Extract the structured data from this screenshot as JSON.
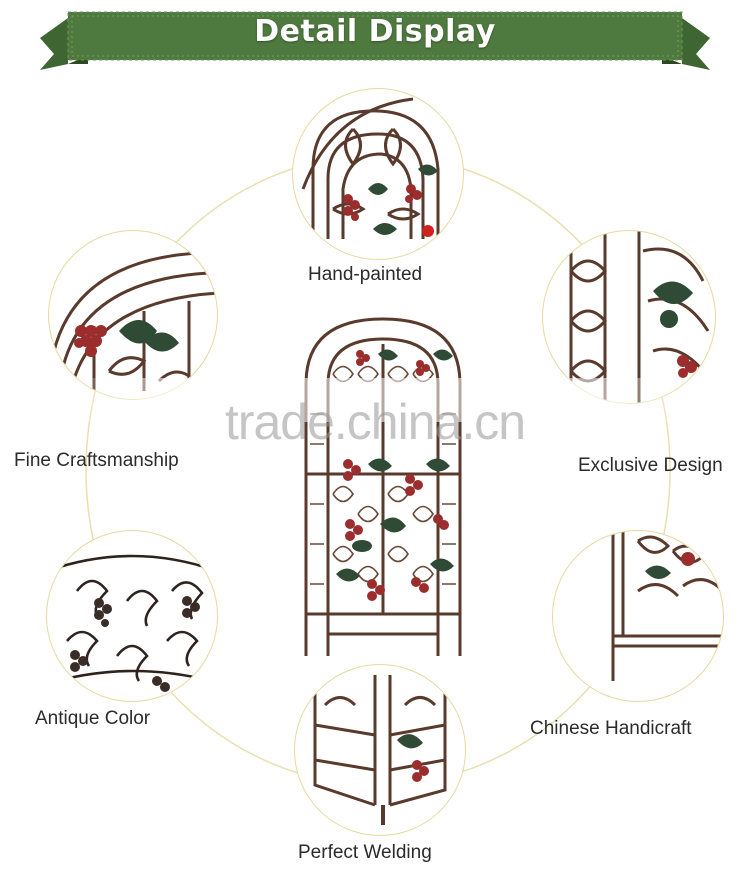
{
  "banner": {
    "title": "Detail Display",
    "color": "#4f7a3f"
  },
  "watermark": "trade.china.cn",
  "features": [
    {
      "label": "Hand-painted"
    },
    {
      "label": "Fine Craftsmanship"
    },
    {
      "label": "Exclusive Design"
    },
    {
      "label": "Antique Color"
    },
    {
      "label": "Chinese Handicraft"
    },
    {
      "label": "Perfect Welding"
    }
  ],
  "colors": {
    "metal": "#5a3a2c",
    "grape": "#9b2d2d",
    "leaf": "#2f4a35",
    "ring": "#e6d9a0"
  }
}
